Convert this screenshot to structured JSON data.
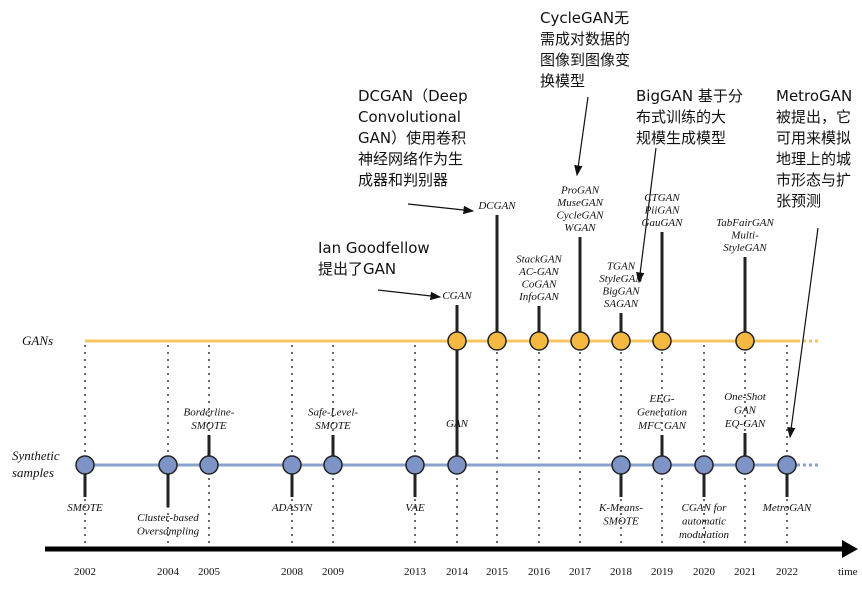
{
  "axis": {
    "time_label": "time"
  },
  "rows": {
    "gans_label": "GANs",
    "synthetic_label": "Synthetic\nsamples"
  },
  "colors": {
    "gans_line": "#f7c463",
    "gans_node": "#f5b942",
    "synthetic_line": "#8aa1cd",
    "synthetic_node": "#7e93c6",
    "stroke": "#222222"
  },
  "years": [
    {
      "label": "2002"
    },
    {
      "label": "2004"
    },
    {
      "label": "2005"
    },
    {
      "label": "2008"
    },
    {
      "label": "2009"
    },
    {
      "label": "2013"
    },
    {
      "label": "2014"
    },
    {
      "label": "2015"
    },
    {
      "label": "2016"
    },
    {
      "label": "2017"
    },
    {
      "label": "2018"
    },
    {
      "label": "2019"
    },
    {
      "label": "2020"
    },
    {
      "label": "2021"
    },
    {
      "label": "2022"
    }
  ],
  "gans_nodes": [
    {
      "year": "2014",
      "text": "CGAN"
    },
    {
      "year": "2015",
      "text": "DCGAN"
    },
    {
      "year": "2016",
      "text": "StackGAN\nAC-GAN\nCoGAN\nInfoGAN"
    },
    {
      "year": "2017",
      "text": "ProGAN\nMuseGAN\nCycleGAN\nWGAN"
    },
    {
      "year": "2018",
      "text": "TGAN\nStyleGAN\nBigGAN\nSAGAN"
    },
    {
      "year": "2019",
      "text": "CTGAN\nPiiGAN\nGauGAN"
    },
    {
      "year": "2021",
      "text": "TabFairGAN\nMulti-\nStyleGAN"
    }
  ],
  "synthetic_nodes": [
    {
      "year": "2002",
      "text": "SMOTE"
    },
    {
      "year": "2004",
      "text": "Cluster-based\nOversampling"
    },
    {
      "year": "2005",
      "text": "Borderline-\nSMOTE"
    },
    {
      "year": "2008",
      "text": "ADASYN"
    },
    {
      "year": "2009",
      "text": "Safe-Level-\nSMOTE"
    },
    {
      "year": "2013",
      "text": "VAE"
    },
    {
      "year": "2014",
      "text": "GAN"
    },
    {
      "year": "2018",
      "text": "K-Means-\nSMOTE"
    },
    {
      "year": "2019",
      "text": "EEG-\nGeneration\nMFC GAN"
    },
    {
      "year": "2020",
      "text": "CGAN for\nautomatic\nmodulation"
    },
    {
      "year": "2021",
      "text": "One-Shot\nGAN\nEQ-GAN"
    },
    {
      "year": "2022",
      "text": "MetroGAN"
    }
  ],
  "annotations": [
    {
      "text": "Ian Goodfellow\n提出了GAN"
    },
    {
      "text": "DCGAN（Deep\nConvolutional\nGAN）使用卷积\n神经网络作为生\n成器和判别器"
    },
    {
      "text": "CycleGAN无\n需成对数据的\n图像到图像变\n换模型"
    },
    {
      "text": "BigGAN 基于分\n布式训练的大\n规模生成模型"
    },
    {
      "text": "MetroGAN\n被提出，它\n可用来模拟\n地理上的城\n市形态与扩\n张预测"
    }
  ]
}
